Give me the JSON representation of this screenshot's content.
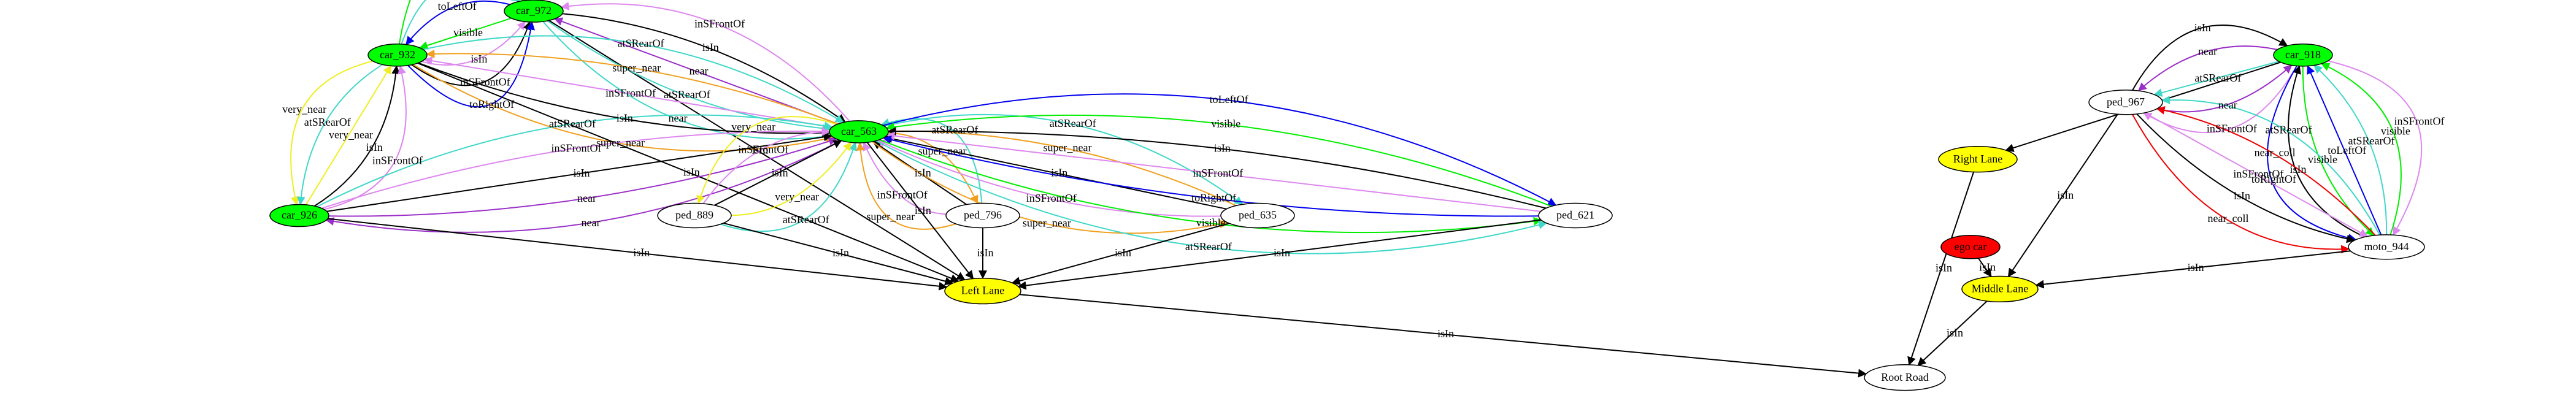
{
  "colors": {
    "black": "#000000",
    "green": "#00ee00",
    "blue": "#0000ee",
    "purple": "#9b30c8",
    "violet": "#dd88ee",
    "turquoise": "#40d8c8",
    "yellow": "#eeee22",
    "orange": "#f0a020",
    "red": "#ee0000",
    "node_green": "#00ff00",
    "node_yellow": "#ffff00",
    "node_red": "#ff0000",
    "node_white": "#ffffff"
  },
  "nodes": [
    {
      "id": "car_972",
      "label": "car_972",
      "fill": "node_green"
    },
    {
      "id": "car_932",
      "label": "car_932",
      "fill": "node_green"
    },
    {
      "id": "car_563",
      "label": "car_563",
      "fill": "node_green"
    },
    {
      "id": "car_926",
      "label": "car_926",
      "fill": "node_green"
    },
    {
      "id": "ped_889",
      "label": "ped_889",
      "fill": "node_white"
    },
    {
      "id": "ped_796",
      "label": "ped_796",
      "fill": "node_white"
    },
    {
      "id": "ped_635",
      "label": "ped_635",
      "fill": "node_white"
    },
    {
      "id": "ped_621",
      "label": "ped_621",
      "fill": "node_white"
    },
    {
      "id": "left_lane",
      "label": "Left Lane",
      "fill": "node_yellow"
    },
    {
      "id": "car_918",
      "label": "car_918",
      "fill": "node_green"
    },
    {
      "id": "ped_967",
      "label": "ped_967",
      "fill": "node_white"
    },
    {
      "id": "right_lane",
      "label": "Right Lane",
      "fill": "node_yellow"
    },
    {
      "id": "ego_car",
      "label": "ego car",
      "fill": "node_red"
    },
    {
      "id": "moto_944",
      "label": "moto_944",
      "fill": "node_white"
    },
    {
      "id": "middle_lane",
      "label": "Middle Lane",
      "fill": "node_yellow"
    },
    {
      "id": "root_road",
      "label": "Root Road",
      "fill": "node_white"
    }
  ],
  "edges": [
    {
      "from": "car_932",
      "to": "car_972",
      "label": "visible",
      "color": "green"
    },
    {
      "from": "car_932",
      "to": "car_972",
      "label": "atSRearOf",
      "color": "turquoise"
    },
    {
      "from": "car_972",
      "to": "car_932",
      "label": "toLeftOf",
      "color": "blue"
    },
    {
      "from": "car_972",
      "to": "car_932",
      "label": "visible",
      "color": "green"
    },
    {
      "from": "car_932",
      "to": "car_972",
      "label": "isIn",
      "color": "violet"
    },
    {
      "from": "car_932",
      "to": "car_972",
      "label": "inSFrontOf",
      "color": "black"
    },
    {
      "from": "car_932",
      "to": "car_972",
      "label": "toRightOf",
      "color": "blue"
    },
    {
      "from": "car_972",
      "to": "left_lane",
      "label": "isIn",
      "color": "black"
    },
    {
      "from": "car_972",
      "to": "car_563",
      "label": "near",
      "color": "turquoise"
    },
    {
      "from": "car_972",
      "to": "car_563",
      "label": "atSRearOf",
      "color": "turquoise"
    },
    {
      "from": "car_563",
      "to": "car_972",
      "label": "near",
      "color": "purple"
    },
    {
      "from": "car_972",
      "to": "car_563",
      "label": "isIn",
      "color": "black"
    },
    {
      "from": "car_563",
      "to": "car_972",
      "label": "inSFrontOf",
      "color": "violet"
    },
    {
      "from": "car_932",
      "to": "car_563",
      "label": "super_near",
      "color": "orange"
    },
    {
      "from": "car_932",
      "to": "car_563",
      "label": "isIn",
      "color": "black"
    },
    {
      "from": "car_563",
      "to": "car_932",
      "label": "inSFrontOf",
      "color": "violet"
    },
    {
      "from": "car_563",
      "to": "car_932",
      "label": "super_near",
      "color": "orange"
    },
    {
      "from": "car_932",
      "to": "car_563",
      "label": "atSRearOf",
      "color": "turquoise"
    },
    {
      "from": "car_932",
      "to": "car_926",
      "label": "very_near",
      "color": "yellow"
    },
    {
      "from": "car_932",
      "to": "car_926",
      "label": "atSRearOf",
      "color": "turquoise"
    },
    {
      "from": "car_926",
      "to": "car_932",
      "label": "very_near",
      "color": "yellow"
    },
    {
      "from": "car_926",
      "to": "car_932",
      "label": "isIn",
      "color": "black"
    },
    {
      "from": "car_926",
      "to": "car_932",
      "label": "inSFrontOf",
      "color": "violet"
    },
    {
      "from": "car_932",
      "to": "left_lane",
      "label": "isIn",
      "color": "black"
    },
    {
      "from": "car_563",
      "to": "car_926",
      "label": "near",
      "color": "purple"
    },
    {
      "from": "car_926",
      "to": "car_563",
      "label": "near",
      "color": "purple"
    },
    {
      "from": "car_926",
      "to": "car_563",
      "label": "isIn",
      "color": "black"
    },
    {
      "from": "car_926",
      "to": "car_563",
      "label": "inSFrontOf",
      "color": "violet"
    },
    {
      "from": "car_926",
      "to": "car_563",
      "label": "atSRearOf",
      "color": "turquoise"
    },
    {
      "from": "ped_889",
      "to": "car_563",
      "label": "atSRearOf",
      "color": "turquoise"
    },
    {
      "from": "ped_889",
      "to": "car_563",
      "label": "very_near",
      "color": "yellow"
    },
    {
      "from": "ped_889",
      "to": "car_563",
      "label": "isIn",
      "color": "black"
    },
    {
      "from": "ped_889",
      "to": "car_563",
      "label": "inSFrontOf",
      "color": "violet"
    },
    {
      "from": "car_563",
      "to": "ped_889",
      "label": "very_near",
      "color": "yellow"
    },
    {
      "from": "ped_796",
      "to": "car_563",
      "label": "atSRearOf",
      "color": "turquoise"
    },
    {
      "from": "car_563",
      "to": "ped_796",
      "label": "super_near",
      "color": "orange"
    },
    {
      "from": "ped_796",
      "to": "car_563",
      "label": "isIn",
      "color": "black"
    },
    {
      "from": "ped_796",
      "to": "car_563",
      "label": "inSFrontOf",
      "color": "violet"
    },
    {
      "from": "ped_796",
      "to": "car_563",
      "label": "super_near",
      "color": "orange"
    },
    {
      "from": "car_563",
      "to": "ped_635",
      "label": "atSRearOf",
      "color": "turquoise"
    },
    {
      "from": "ped_635",
      "to": "car_563",
      "label": "super_near",
      "color": "orange"
    },
    {
      "from": "ped_635",
      "to": "car_563",
      "label": "isIn",
      "color": "black"
    },
    {
      "from": "ped_635",
      "to": "car_563",
      "label": "inSFrontOf",
      "color": "violet"
    },
    {
      "from": "car_563",
      "to": "ped_635",
      "label": "super_near",
      "color": "orange"
    },
    {
      "from": "car_563",
      "to": "ped_621",
      "label": "toLeftOf",
      "color": "blue"
    },
    {
      "from": "ped_621",
      "to": "car_563",
      "label": "visible",
      "color": "green"
    },
    {
      "from": "ped_621",
      "to": "car_563",
      "label": "isIn",
      "color": "black"
    },
    {
      "from": "ped_621",
      "to": "car_563",
      "label": "inSFrontOf",
      "color": "violet"
    },
    {
      "from": "ped_621",
      "to": "car_563",
      "label": "toRightOf",
      "color": "blue"
    },
    {
      "from": "car_563",
      "to": "ped_621",
      "label": "visible",
      "color": "green"
    },
    {
      "from": "car_563",
      "to": "ped_621",
      "label": "atSRearOf",
      "color": "turquoise"
    },
    {
      "from": "car_563",
      "to": "left_lane",
      "label": "isIn",
      "color": "black"
    },
    {
      "from": "car_926",
      "to": "left_lane",
      "label": "isIn",
      "color": "black"
    },
    {
      "from": "ped_889",
      "to": "left_lane",
      "label": "isIn",
      "color": "black"
    },
    {
      "from": "ped_796",
      "to": "left_lane",
      "label": "isIn",
      "color": "black"
    },
    {
      "from": "ped_635",
      "to": "left_lane",
      "label": "isIn",
      "color": "black"
    },
    {
      "from": "ped_621",
      "to": "left_lane",
      "label": "isIn",
      "color": "black"
    },
    {
      "from": "left_lane",
      "to": "root_road",
      "label": "isIn",
      "color": "black"
    },
    {
      "from": "car_918",
      "to": "right_lane",
      "label": "isIn",
      "color": "black"
    },
    {
      "from": "car_918",
      "to": "ped_967",
      "label": "inSFrontOf",
      "color": "violet"
    },
    {
      "from": "ped_967",
      "to": "car_918",
      "label": "near",
      "color": "purple"
    },
    {
      "from": "car_918",
      "to": "ped_967",
      "label": "atSRearOf",
      "color": "turquoise"
    },
    {
      "from": "car_918",
      "to": "ped_967",
      "label": "near",
      "color": "purple"
    },
    {
      "from": "ped_967",
      "to": "car_918",
      "label": "isIn",
      "color": "black"
    },
    {
      "from": "car_918",
      "to": "moto_944",
      "label": "inSFrontOf",
      "color": "violet"
    },
    {
      "from": "moto_944",
      "to": "car_918",
      "label": "visible",
      "color": "green"
    },
    {
      "from": "moto_944",
      "to": "car_918",
      "label": "atSRearOf",
      "color": "turquoise"
    },
    {
      "from": "moto_944",
      "to": "car_918",
      "label": "toLeftOf",
      "color": "blue"
    },
    {
      "from": "car_918",
      "to": "moto_944",
      "label": "visible",
      "color": "green"
    },
    {
      "from": "moto_944",
      "to": "car_918",
      "label": "isIn",
      "color": "black"
    },
    {
      "from": "car_918",
      "to": "moto_944",
      "label": "toRightOf",
      "color": "blue"
    },
    {
      "from": "ped_967",
      "to": "moto_944",
      "label": "near_coll",
      "color": "red"
    },
    {
      "from": "ped_967",
      "to": "moto_944",
      "label": "isIn",
      "color": "black"
    },
    {
      "from": "ped_967",
      "to": "moto_944",
      "label": "inSFrontOf",
      "color": "violet"
    },
    {
      "from": "moto_944",
      "to": "ped_967",
      "label": "near_coll",
      "color": "red"
    },
    {
      "from": "moto_944",
      "to": "ped_967",
      "label": "atSRearOf",
      "color": "turquoise"
    },
    {
      "from": "ped_967",
      "to": "middle_lane",
      "label": "isIn",
      "color": "black"
    },
    {
      "from": "ego_car",
      "to": "middle_lane",
      "label": "isIn",
      "color": "black"
    },
    {
      "from": "moto_944",
      "to": "middle_lane",
      "label": "isIn",
      "color": "black"
    },
    {
      "from": "right_lane",
      "to": "root_road",
      "label": "isIn",
      "color": "black"
    },
    {
      "from": "middle_lane",
      "to": "root_road",
      "label": "isIn",
      "color": "black"
    }
  ]
}
